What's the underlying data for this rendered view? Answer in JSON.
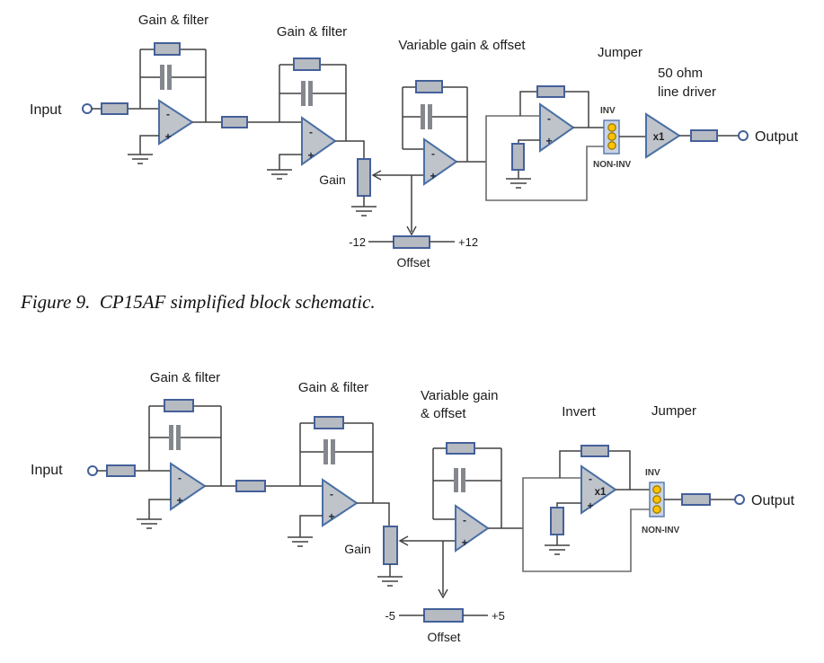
{
  "colors": {
    "component_stroke": "#44609a",
    "component_fill": "#b6bac1",
    "opamp_fill": "#bfc3ca",
    "capacitor_plate": "#84888e",
    "jumper_pin_fill": "#fec203",
    "jumper_pin_stroke": "#9c7a00",
    "jumper_body_fill": "#c9d3e0",
    "wire": "#404040",
    "routing_box": "#6b6b6b"
  },
  "glyphs": {
    "minus": "-",
    "plus": "+"
  },
  "diagram1": {
    "stage1_label": "Gain & filter",
    "stage2_label": "Gain & filter",
    "stage3_label": "Variable gain & offset",
    "jumper_label": "Jumper",
    "driver_label_line1": "50 ohm",
    "driver_label_line2": "line driver",
    "input_label": "Input",
    "output_label": "Output",
    "gain_label": "Gain",
    "offset_label": "Offset",
    "offset_min": "-12",
    "offset_max": "+12",
    "pin_inv": "INV",
    "pin_noninv": "NON-INV",
    "driver_gain": "x1"
  },
  "caption": "Figure 9.  CP15AF simplified block schematic.",
  "diagram2": {
    "stage1_label": "Gain & filter",
    "stage2_label": "Gain & filter",
    "stage3_label_line1": "Variable gain",
    "stage3_label_line2": "& offset",
    "invert_label": "Invert",
    "jumper_label": "Jumper",
    "input_label": "Input",
    "output_label": "Output",
    "gain_label": "Gain",
    "offset_label": "Offset",
    "offset_min": "-5",
    "offset_max": "+5",
    "pin_inv": "INV",
    "pin_noninv": "NON-INV",
    "invert_gain": "x1"
  }
}
